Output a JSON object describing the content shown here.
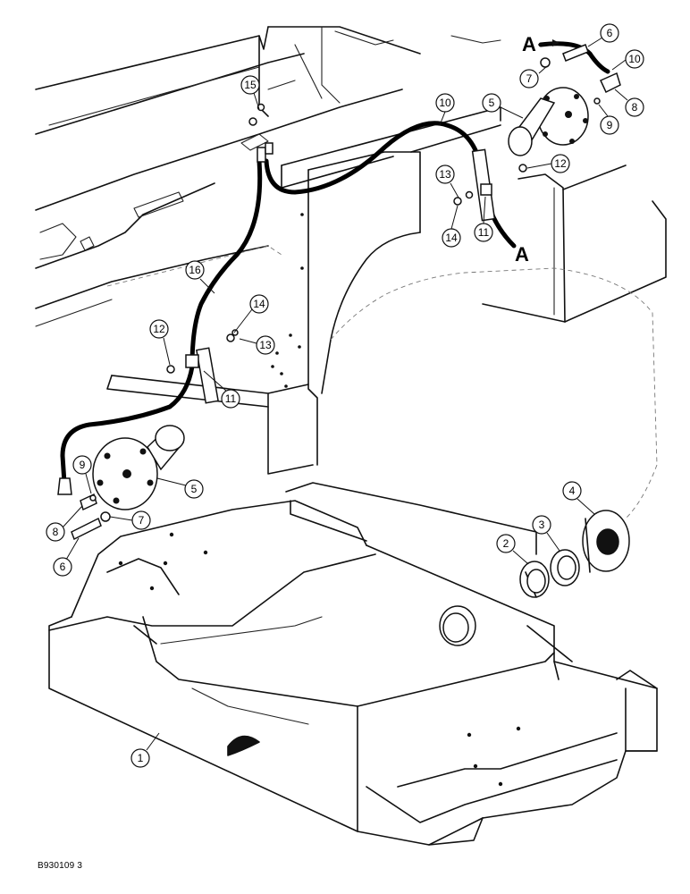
{
  "figure_id": "B930109 3",
  "reference_marks": [
    "A",
    "A"
  ],
  "callouts": [
    {
      "id": "c15",
      "label": "15"
    },
    {
      "id": "c6a",
      "label": "6"
    },
    {
      "id": "c10a",
      "label": "10"
    },
    {
      "id": "c7a",
      "label": "7"
    },
    {
      "id": "c8a",
      "label": "8"
    },
    {
      "id": "c9a",
      "label": "9"
    },
    {
      "id": "c5a",
      "label": "5"
    },
    {
      "id": "c10b",
      "label": "10"
    },
    {
      "id": "c12a",
      "label": "12"
    },
    {
      "id": "c13a",
      "label": "13"
    },
    {
      "id": "c14a",
      "label": "14"
    },
    {
      "id": "c11a",
      "label": "11"
    },
    {
      "id": "c16",
      "label": "16"
    },
    {
      "id": "c14b",
      "label": "14"
    },
    {
      "id": "c12b",
      "label": "12"
    },
    {
      "id": "c13b",
      "label": "13"
    },
    {
      "id": "c11b",
      "label": "11"
    },
    {
      "id": "c9b",
      "label": "9"
    },
    {
      "id": "c5b",
      "label": "5"
    },
    {
      "id": "c8b",
      "label": "8"
    },
    {
      "id": "c7b",
      "label": "7"
    },
    {
      "id": "c6b",
      "label": "6"
    },
    {
      "id": "c4",
      "label": "4"
    },
    {
      "id": "c3",
      "label": "3"
    },
    {
      "id": "c2",
      "label": "2"
    },
    {
      "id": "c1",
      "label": "1"
    }
  ]
}
